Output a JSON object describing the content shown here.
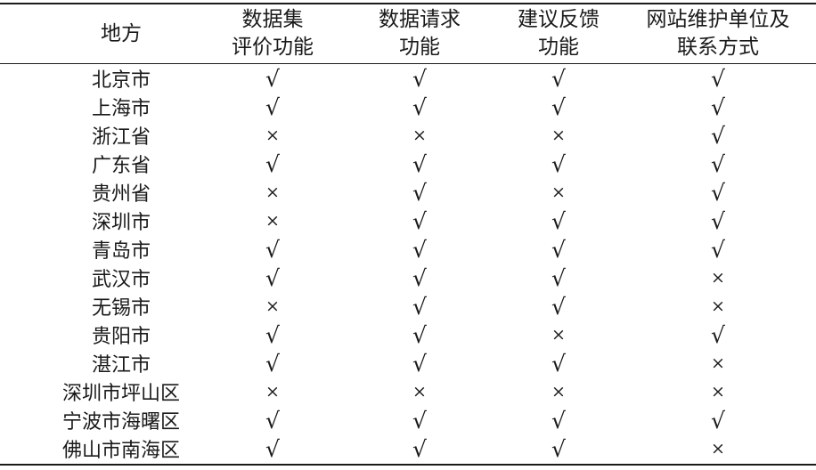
{
  "table": {
    "headers": [
      {
        "line1": "地方",
        "line2": ""
      },
      {
        "line1": "数据集",
        "line2": "评价功能"
      },
      {
        "line1": "数据请求",
        "line2": "功能"
      },
      {
        "line1": "建议反馈",
        "line2": "功能"
      },
      {
        "line1": "网站维护单位及",
        "line2": "联系方式"
      }
    ],
    "rows": [
      {
        "place": "北京市",
        "marks": [
          "√",
          "√",
          "√",
          "√"
        ]
      },
      {
        "place": "上海市",
        "marks": [
          "√",
          "√",
          "√",
          "√"
        ]
      },
      {
        "place": "浙江省",
        "marks": [
          "×",
          "×",
          "×",
          "√"
        ]
      },
      {
        "place": "广东省",
        "marks": [
          "√",
          "√",
          "√",
          "√"
        ]
      },
      {
        "place": "贵州省",
        "marks": [
          "×",
          "√",
          "×",
          "√"
        ]
      },
      {
        "place": "深圳市",
        "marks": [
          "×",
          "√",
          "√",
          "√"
        ]
      },
      {
        "place": "青岛市",
        "marks": [
          "√",
          "√",
          "√",
          "√"
        ]
      },
      {
        "place": "武汉市",
        "marks": [
          "√",
          "√",
          "√",
          "×"
        ]
      },
      {
        "place": "无锡市",
        "marks": [
          "×",
          "√",
          "√",
          "×"
        ]
      },
      {
        "place": "贵阳市",
        "marks": [
          "√",
          "√",
          "×",
          "√"
        ]
      },
      {
        "place": "湛江市",
        "marks": [
          "√",
          "√",
          "√",
          "×"
        ]
      },
      {
        "place": "深圳市坪山区",
        "marks": [
          "×",
          "×",
          "×",
          "×"
        ]
      },
      {
        "place": "宁波市海曙区",
        "marks": [
          "√",
          "√",
          "√",
          "√"
        ]
      },
      {
        "place": "佛山市南海区",
        "marks": [
          "√",
          "√",
          "√",
          "×"
        ]
      }
    ]
  }
}
